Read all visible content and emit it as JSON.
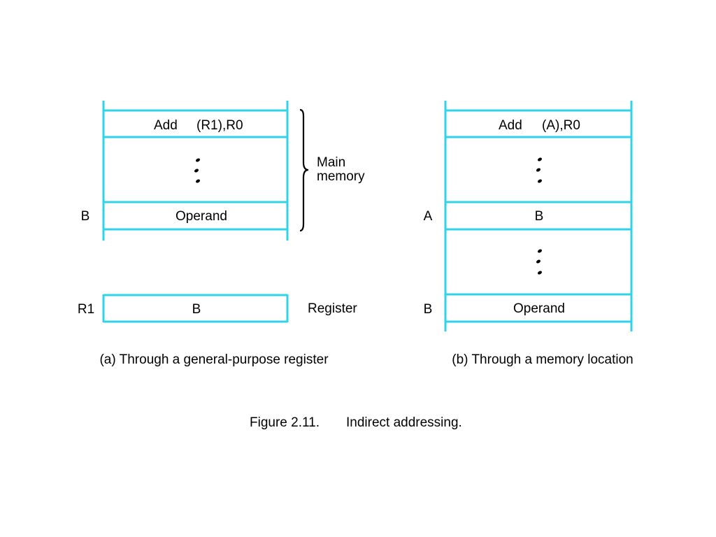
{
  "colors": {
    "line": "#2fd4e8",
    "text": "#000000"
  },
  "part_a": {
    "instruction_opcode": "Add",
    "instruction_operands": "(R1),R0",
    "operand_cell": "Operand",
    "operand_address": "B",
    "brace_label_line1": "Main",
    "brace_label_line2": "memory",
    "register_name": "R1",
    "register_content": "B",
    "register_label": "Register",
    "caption": "(a) Through a general-purpose register"
  },
  "part_b": {
    "instruction_opcode": "Add",
    "instruction_operands": "(A),R0",
    "pointer_cell": "B",
    "pointer_address": "A",
    "operand_cell": "Operand",
    "operand_address": "B",
    "caption": "(b) Through a memory location"
  },
  "figure_caption": {
    "number": "Figure 2.11.",
    "title": "Indirect addressing."
  }
}
